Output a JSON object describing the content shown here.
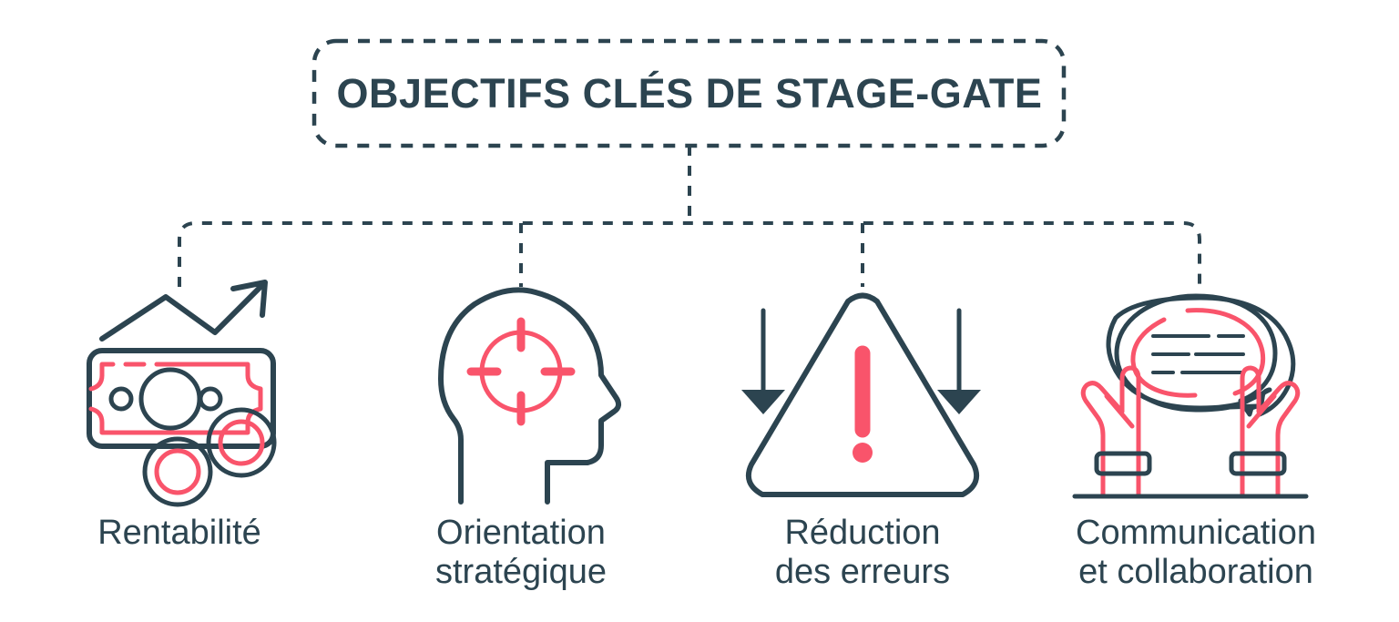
{
  "diagram": {
    "title": "OBJECTIFS CLÉS DE STAGE-GATE",
    "type": "tree",
    "colors": {
      "dark": "#2C4450",
      "accent_pink": "#F9546B",
      "background": "#FFFFFF"
    },
    "nodes": [
      {
        "id": "rentabilite",
        "label_line1": "Rentabilité",
        "label_line2": "",
        "icon": "money-growth-icon"
      },
      {
        "id": "orientation-strategique",
        "label_line1": "Orientation",
        "label_line2": "stratégique",
        "icon": "head-target-icon"
      },
      {
        "id": "reduction-des-erreurs",
        "label_line1": "Réduction",
        "label_line2": "des erreurs",
        "icon": "warning-triangle-icon"
      },
      {
        "id": "communication-et-collaboration",
        "label_line1": "Communication",
        "label_line2": "et collaboration",
        "icon": "hands-speech-bubble-icon"
      }
    ]
  }
}
